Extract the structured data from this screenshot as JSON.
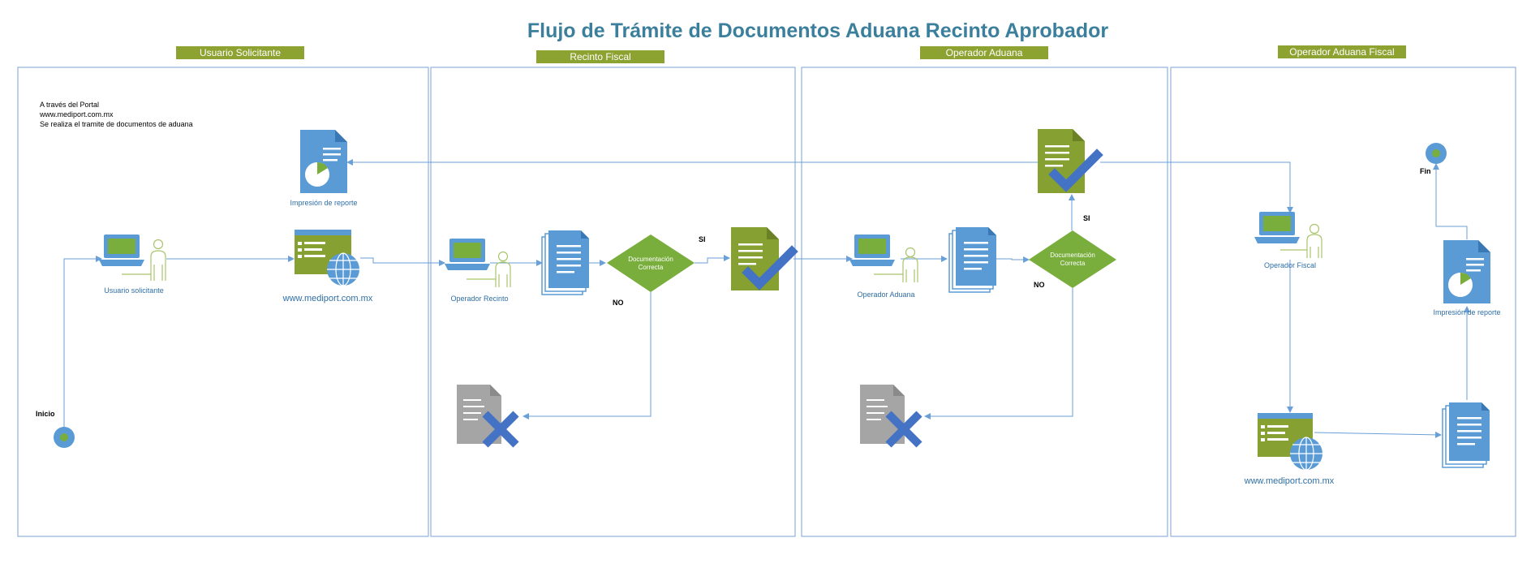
{
  "title": "Flujo de Trámite de Documentos Aduana Recinto Aprobador",
  "colors": {
    "title": "#3b7f9c",
    "lane_header": "#8ca231",
    "lane_border": "#8fb1dc",
    "connector": "#6a9fd8",
    "green_doc": "#86a032",
    "blue_doc": "#5b9bd5",
    "gray_doc": "#a5a5a5",
    "decision": "#79ad3c",
    "check": "#4472c4",
    "label_blue": "#2e6ea6"
  },
  "lanes": [
    {
      "header": "Usuario Solicitante"
    },
    {
      "header": "Recinto Fiscal"
    },
    {
      "header": "Operador Aduana"
    },
    {
      "header": "Operador Aduana Fiscal"
    }
  ],
  "note": {
    "line1": "A través del Portal",
    "line2": "www.mediport.com.mx",
    "line3": "Se realiza el tramite de documentos de aduana"
  },
  "labels": {
    "inicio": "Inicio",
    "fin": "Fin",
    "usuario_solicitante": "Usuario solicitante",
    "portal_1": "www.mediport.com.mx",
    "impresion_1": "Impresión de reporte",
    "operador_recinto": "Operador Recinto",
    "decision_1_line1": "Documentación",
    "decision_1_line2": "Correcta",
    "si_1": "SI",
    "no_1": "NO",
    "operador_aduana": "Operador Aduana",
    "decision_2_line1": "Documentación",
    "decision_2_line2": "Correcta",
    "si_2": "SI",
    "no_2": "NO",
    "operador_fiscal": "Operador Fiscal",
    "impresion_2": "Impresión de reporte",
    "portal_2": "www.mediport.com.mx"
  }
}
